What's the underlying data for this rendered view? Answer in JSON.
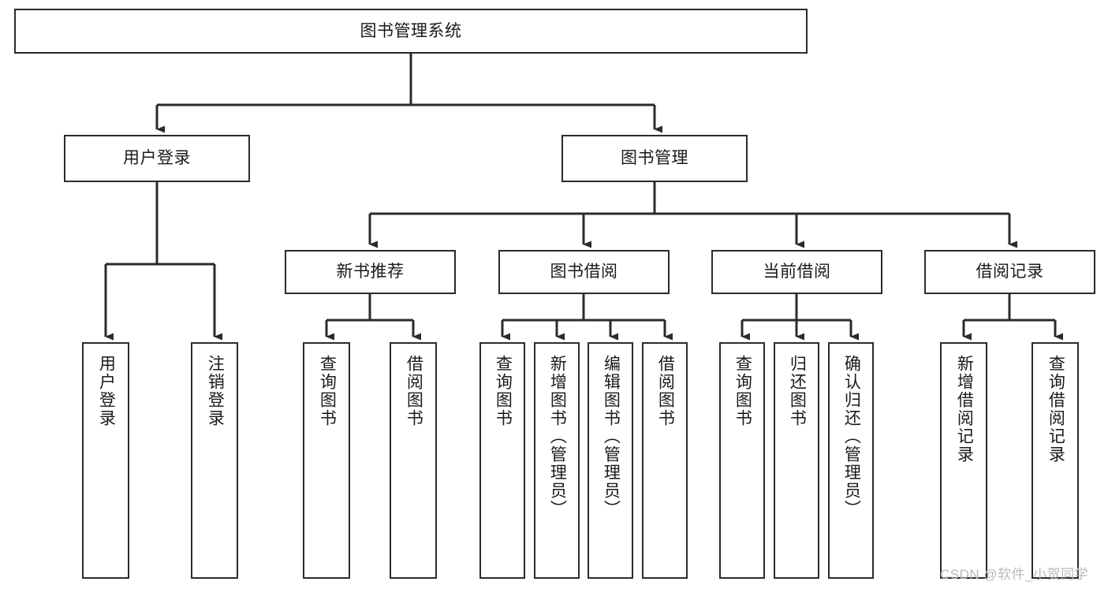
{
  "diagram": {
    "title": "图书管理系统",
    "type": "tree-hierarchy",
    "root": {
      "id": "root",
      "label": "图书管理系统"
    },
    "level2": [
      {
        "id": "user-login",
        "label": "用户登录"
      },
      {
        "id": "book-manage",
        "label": "图书管理"
      }
    ],
    "level3": [
      {
        "id": "new-book-recommend",
        "label": "新书推荐",
        "parent": "book-manage"
      },
      {
        "id": "book-borrow",
        "label": "图书借阅",
        "parent": "book-manage"
      },
      {
        "id": "current-borrow",
        "label": "当前借阅",
        "parent": "book-manage"
      },
      {
        "id": "borrow-record",
        "label": "借阅记录",
        "parent": "book-manage"
      }
    ],
    "leaves": [
      {
        "id": "leaf-user-login",
        "label": "用户登录",
        "parent": "user-login"
      },
      {
        "id": "leaf-logout-login",
        "label": "注销登录",
        "parent": "user-login"
      },
      {
        "id": "leaf-query-book-1",
        "label": "查询图书",
        "parent": "new-book-recommend"
      },
      {
        "id": "leaf-borrow-book-1",
        "label": "借阅图书",
        "parent": "new-book-recommend"
      },
      {
        "id": "leaf-query-book-2",
        "label": "查询图书",
        "parent": "book-borrow"
      },
      {
        "id": "leaf-add-book",
        "label": "新增图书（管理员）",
        "parent": "book-borrow"
      },
      {
        "id": "leaf-edit-book",
        "label": "编辑图书（管理员）",
        "parent": "book-borrow"
      },
      {
        "id": "leaf-borrow-book-2",
        "label": "借阅图书",
        "parent": "book-borrow"
      },
      {
        "id": "leaf-query-book-3",
        "label": "查询图书",
        "parent": "current-borrow"
      },
      {
        "id": "leaf-return-book",
        "label": "归还图书",
        "parent": "current-borrow"
      },
      {
        "id": "leaf-confirm-return",
        "label": "确认归还（管理员）",
        "parent": "current-borrow"
      },
      {
        "id": "leaf-add-record",
        "label": "新增借阅记录",
        "parent": "borrow-record"
      },
      {
        "id": "leaf-query-record",
        "label": "查询借阅记录",
        "parent": "borrow-record"
      }
    ]
  },
  "watermark": {
    "text": "CSDN @软件_小贺同学"
  },
  "colors": {
    "border": "#2b2b2b",
    "background": "#ffffff",
    "text": "#1a1a1a",
    "watermark": "#b9b9b9"
  }
}
